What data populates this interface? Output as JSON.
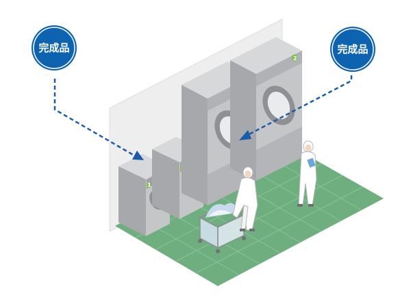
{
  "callouts": [
    {
      "label": "完成品"
    },
    {
      "label": "完成品"
    }
  ],
  "dryers": [
    {
      "number": "1"
    },
    {
      "number": "2"
    }
  ],
  "washers": [
    {
      "number": "1"
    },
    {
      "number": "2"
    }
  ],
  "colors": {
    "callout_fill": "#0d63b0",
    "floor": "#6fae7e",
    "floor_grid": "#8cc39a",
    "machine": "#bcbec0",
    "badge": "#7cc04a",
    "arrow": "#1a5ca8"
  }
}
